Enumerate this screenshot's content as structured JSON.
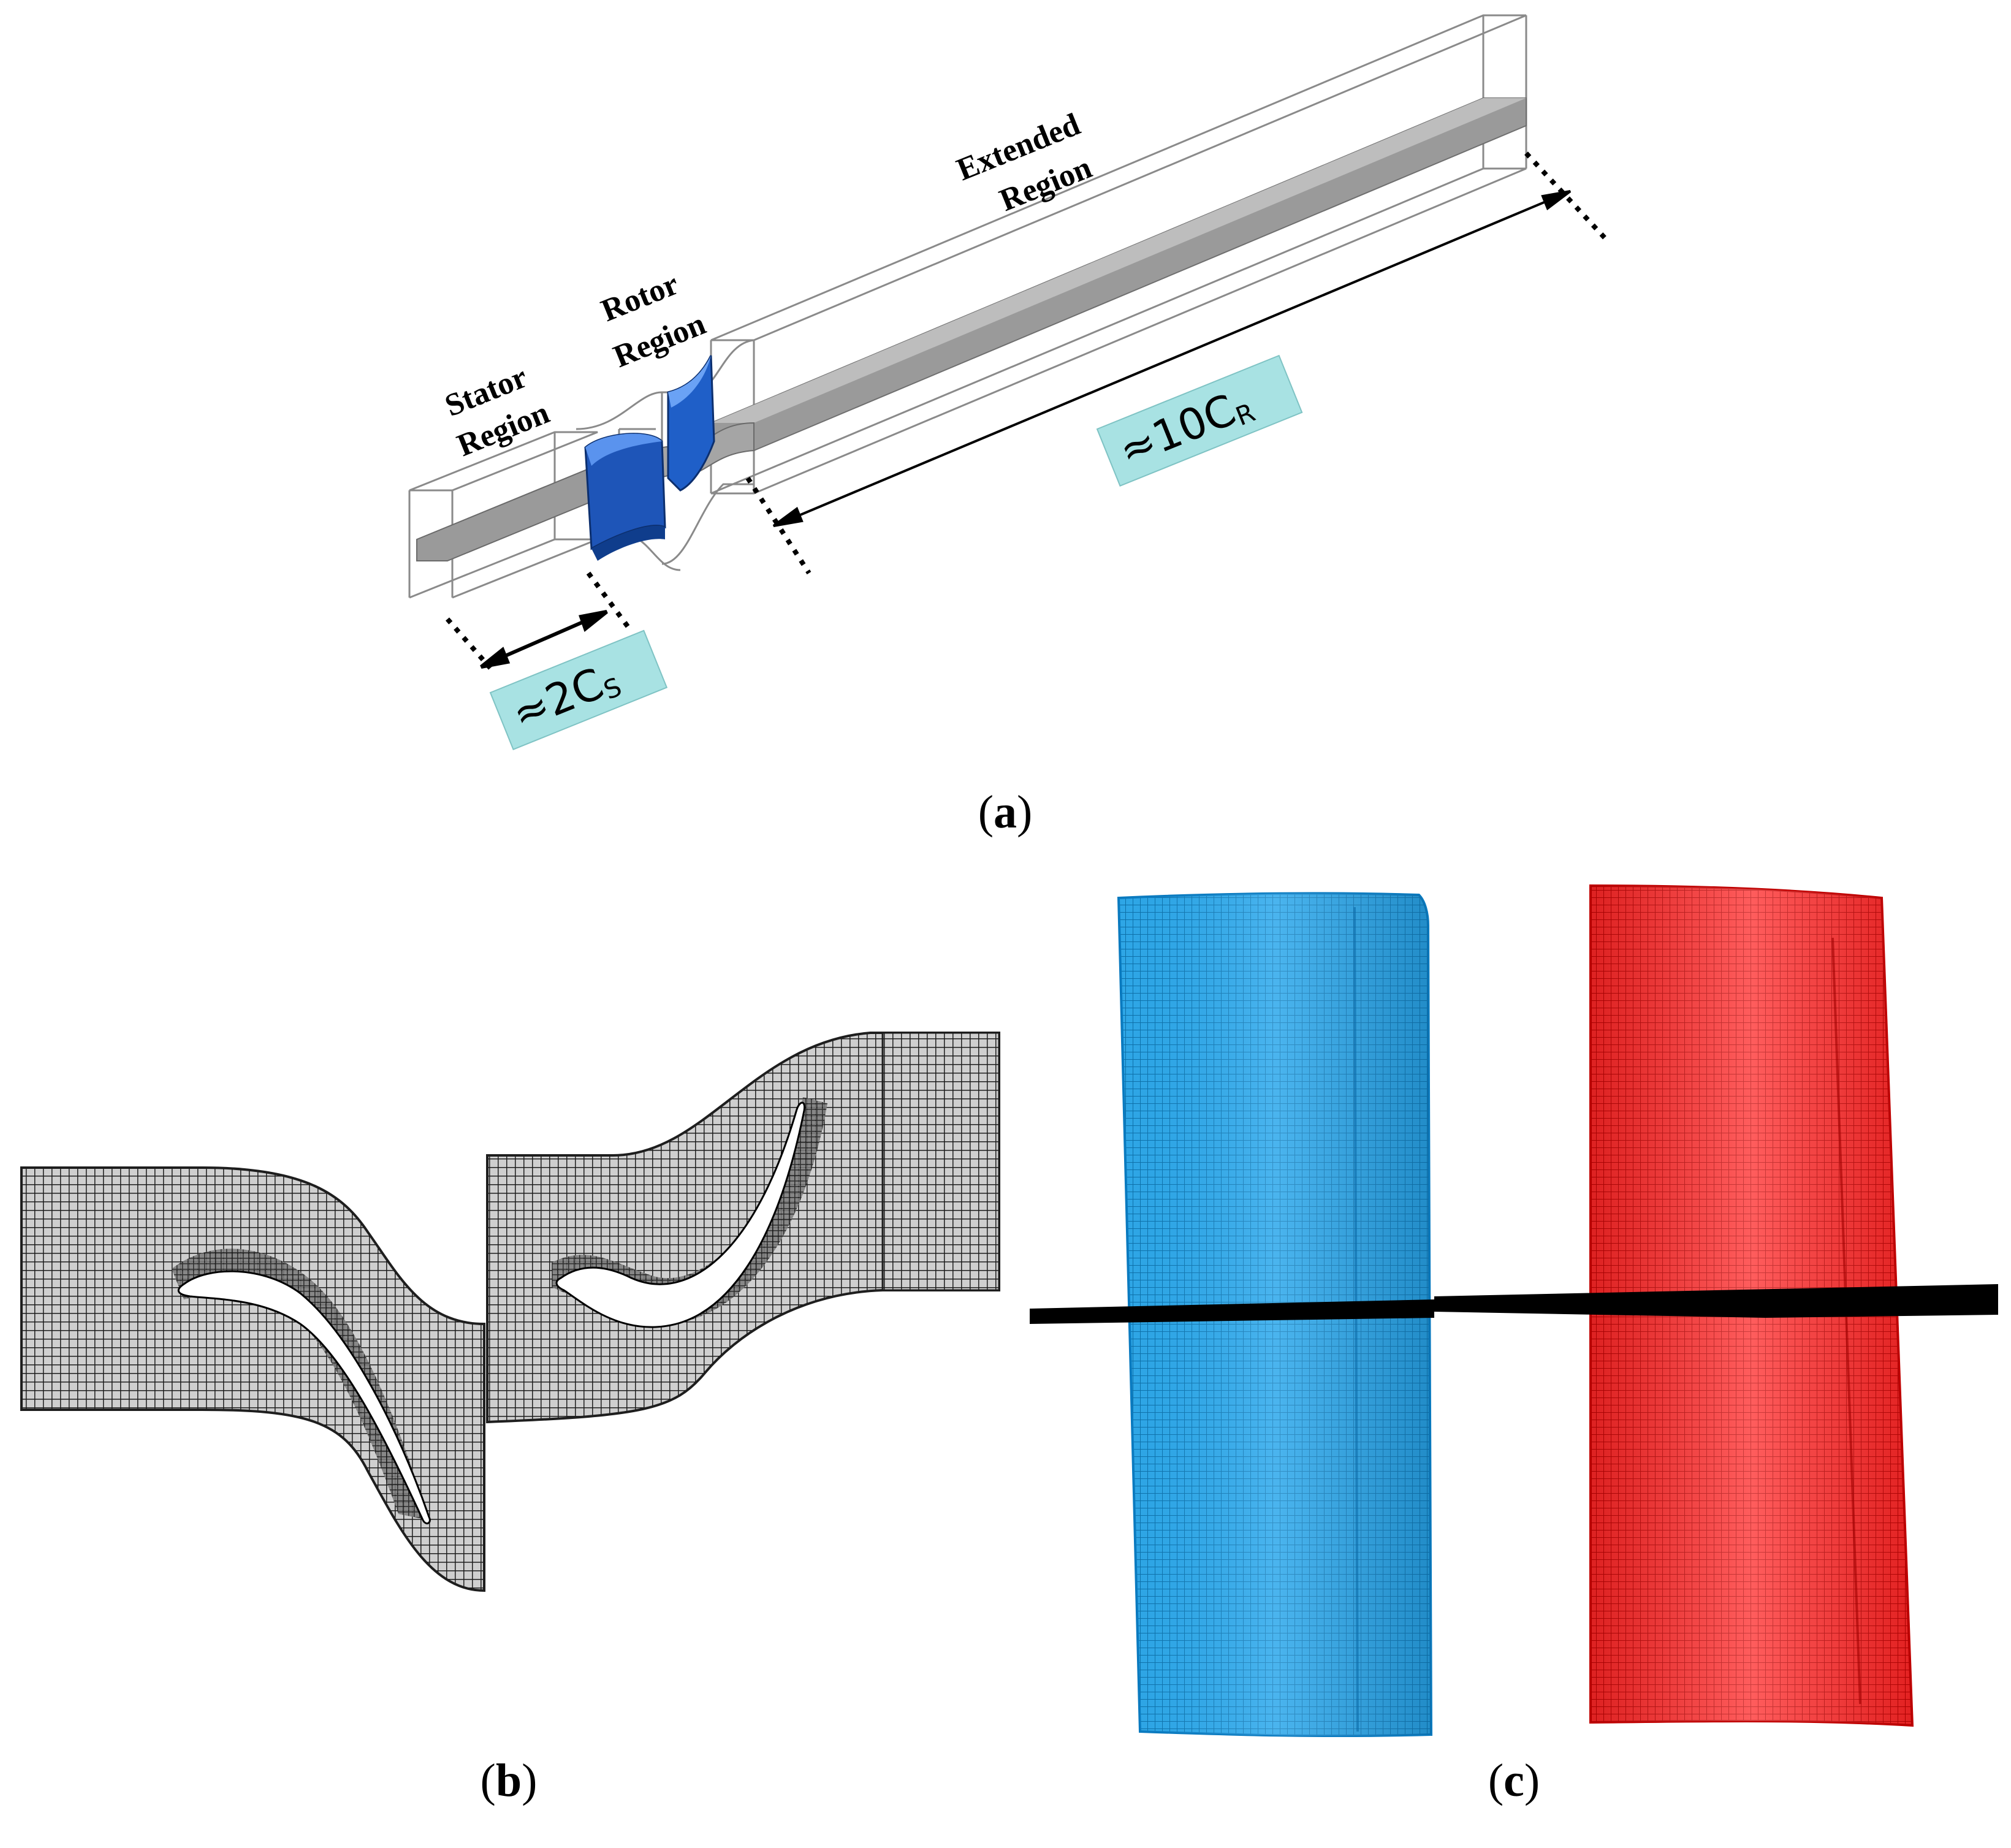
{
  "panel_a": {
    "label": "(a)",
    "label_letter": "a",
    "stator_line1": "Stator",
    "stator_line2": "Region",
    "rotor_line1": "Rotor",
    "rotor_line2": "Region",
    "extended_line1": "Extended",
    "extended_line2": "Region",
    "dim_stator_prefix": "≈2",
    "dim_stator_c": "C",
    "dim_stator_sub": "S",
    "dim_extended_prefix": "≈10",
    "dim_extended_c": "C",
    "dim_extended_sub": "R"
  },
  "panel_b": {
    "label": "(b)",
    "label_letter": "b"
  },
  "panel_c": {
    "label": "(c)",
    "label_letter": "c"
  },
  "colors": {
    "blade_blue": "#1f5fc8",
    "mesh_blue": "#1a8fd1",
    "mesh_red": "#e01010",
    "mesh_dark": "#2a2a2a",
    "label_box": "#a8e2e3",
    "plane_gray": "#9a9a9a"
  }
}
